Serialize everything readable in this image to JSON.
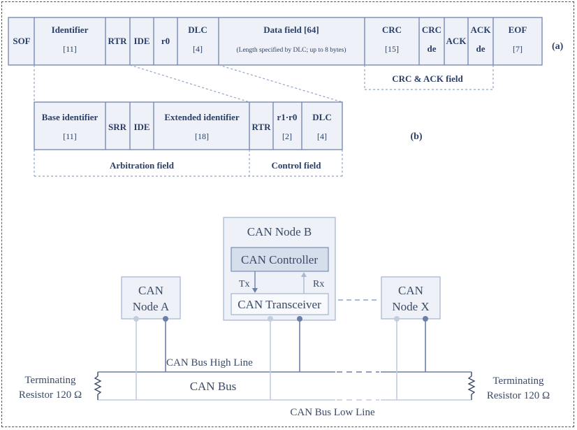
{
  "frame_a": {
    "fields": [
      {
        "name": "SOF",
        "size": ""
      },
      {
        "name": "Identifier",
        "size": "[11]"
      },
      {
        "name": "RTR",
        "size": ""
      },
      {
        "name": "IDE",
        "size": ""
      },
      {
        "name": "r0",
        "size": ""
      },
      {
        "name": "DLC",
        "size": "[4]"
      },
      {
        "name": "Data field [64]",
        "size": "(Length specified by DLC; up to 8 bytes)"
      },
      {
        "name": "CRC",
        "size": "[15]"
      },
      {
        "name": "CRC",
        "size": "de"
      },
      {
        "name": "ACK",
        "size": ""
      },
      {
        "name": "ACK",
        "size": "de"
      },
      {
        "name": "EOF",
        "size": "[7]"
      }
    ],
    "tag": "(a)",
    "group_label": "CRC & ACK field"
  },
  "frame_b": {
    "fields": [
      {
        "name": "Base identifier",
        "size": "[11]"
      },
      {
        "name": "SRR",
        "size": ""
      },
      {
        "name": "IDE",
        "size": ""
      },
      {
        "name": "Extended identifier",
        "size": "[18]"
      },
      {
        "name": "RTR",
        "size": ""
      },
      {
        "name": "r1·r0",
        "size": "[2]"
      },
      {
        "name": "DLC",
        "size": "[4]"
      }
    ],
    "tag": "(b)",
    "arbitration_label": "Arbitration field",
    "control_label": "Control field"
  },
  "bus": {
    "node_b_title": "CAN Node B",
    "controller": "CAN Controller",
    "transceiver": "CAN Transceiver",
    "tx": "Tx",
    "rx": "Rx",
    "node_a_line1": "CAN",
    "node_a_line2": "Node A",
    "node_x_line1": "CAN",
    "node_x_line2": "Node X",
    "high_line": "CAN Bus High Line",
    "bus": "CAN Bus",
    "low_line": "CAN Bus Low Line",
    "term_left_1": "Terminating",
    "term_left_2": "Resistor 120 Ω",
    "term_right_1": "Terminating",
    "term_right_2": "Resistor 120 Ω"
  }
}
